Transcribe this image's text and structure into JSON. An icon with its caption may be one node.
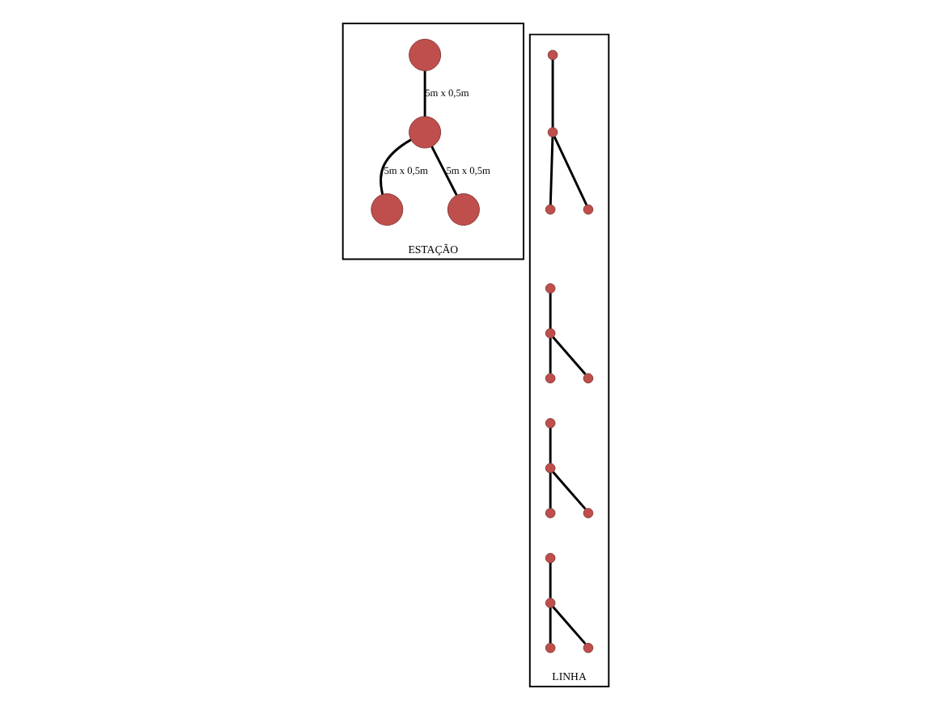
{
  "diagram": {
    "nodes": [
      {
        "text": [
          "ESTAÇÃO"
        ]
      },
      {
        "text": [],
        "shape": "circle",
        "in": 0
      },
      {
        "text": [],
        "shape": "circle",
        "in": 0
      },
      {
        "text": [],
        "shape": "circle",
        "in": 0
      },
      {
        "text": [],
        "shape": "circle",
        "in": 0
      },
      {
        "text": [
          "LINHA"
        ]
      },
      {
        "text": [],
        "shape": "circle",
        "in": 5
      },
      {
        "text": [],
        "shape": "circle",
        "in": 5
      },
      {
        "text": [],
        "shape": "circle",
        "in": 5
      },
      {
        "text": [],
        "shape": "circle",
        "in": 5
      },
      {
        "text": [],
        "shape": "circle",
        "in": 5
      },
      {
        "text": [],
        "shape": "circle",
        "in": 5
      },
      {
        "text": [],
        "shape": "circle",
        "in": 5
      },
      {
        "text": [],
        "shape": "circle",
        "in": 5
      },
      {
        "text": [],
        "shape": "circle",
        "in": 5
      },
      {
        "text": [],
        "shape": "circle",
        "in": 5
      },
      {
        "text": [],
        "shape": "circle",
        "in": 5
      },
      {
        "text": [],
        "shape": "circle",
        "in": 5
      },
      {
        "text": [],
        "shape": "circle",
        "in": 5
      },
      {
        "text": [],
        "shape": "circle",
        "in": 5
      },
      {
        "text": [],
        "shape": "circle",
        "in": 5
      },
      {
        "text": [],
        "shape": "circle",
        "in": 5
      }
    ],
    "edges": [
      {
        "from": 1,
        "to": 2,
        "arrow": "none",
        "label": "5m x 0,5m"
      },
      {
        "from": 2,
        "to": 3,
        "arrow": "none",
        "label": "5m x 0,5m"
      },
      {
        "from": 2,
        "to": 4,
        "arrow": "none",
        "label": "5m x 0,5m"
      },
      {
        "from": 6,
        "to": 7,
        "arrow": "none"
      },
      {
        "from": 7,
        "to": 8,
        "arrow": "none"
      },
      {
        "from": 7,
        "to": 9,
        "arrow": "none"
      },
      {
        "from": 10,
        "to": 11,
        "arrow": "none"
      },
      {
        "from": 11,
        "to": 12,
        "arrow": "none"
      },
      {
        "from": 11,
        "to": 13,
        "arrow": "none"
      },
      {
        "from": 14,
        "to": 15,
        "arrow": "none"
      },
      {
        "from": 15,
        "to": 16,
        "arrow": "none"
      },
      {
        "from": 15,
        "to": 17,
        "arrow": "none"
      },
      {
        "from": 18,
        "to": 19,
        "arrow": "none"
      },
      {
        "from": 19,
        "to": 20,
        "arrow": "none"
      },
      {
        "from": 19,
        "to": 21,
        "arrow": "none"
      }
    ]
  }
}
